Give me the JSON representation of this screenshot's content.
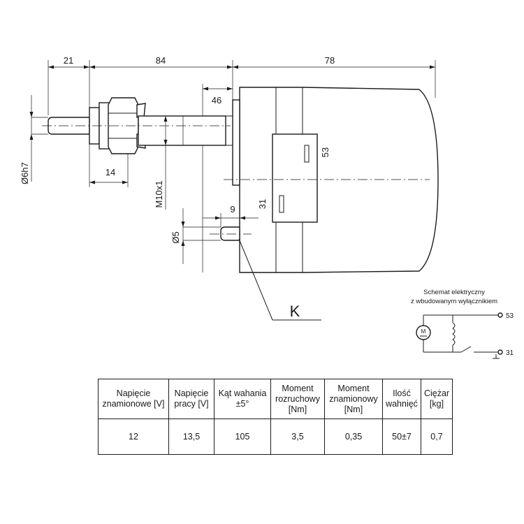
{
  "drawing": {
    "dimensions": {
      "d21": "21",
      "d84": "84",
      "d78": "78",
      "d46": "46",
      "d14": "14",
      "d9": "9",
      "d53": "53",
      "d31": "31",
      "phi_shaft": "Ø6h7",
      "thread": "M10x1",
      "phi_pin": "Ø5"
    },
    "detail_label": "K"
  },
  "schematic": {
    "title_line1": "Schemat elektryczny",
    "title_line2": "z wbudowanym wyłącznikiem",
    "motor_symbol": "M",
    "terminal_53": "53",
    "terminal_31": "31"
  },
  "table": {
    "headers": [
      [
        "Napięcie",
        "znamionowe [V]"
      ],
      [
        "Napięcie",
        "pracy [V]"
      ],
      [
        "Kąt wahania",
        "±5°"
      ],
      [
        "Moment",
        "rozruchowy",
        "[Nm]"
      ],
      [
        "Moment",
        "znamionowy",
        "[Nm]"
      ],
      [
        "Ilość",
        "wahnięć"
      ],
      [
        "Ciężar",
        "[kg]"
      ]
    ],
    "values": [
      "12",
      "13,5",
      "105",
      "3,5",
      "0,35",
      "50±7",
      "0,7"
    ]
  }
}
